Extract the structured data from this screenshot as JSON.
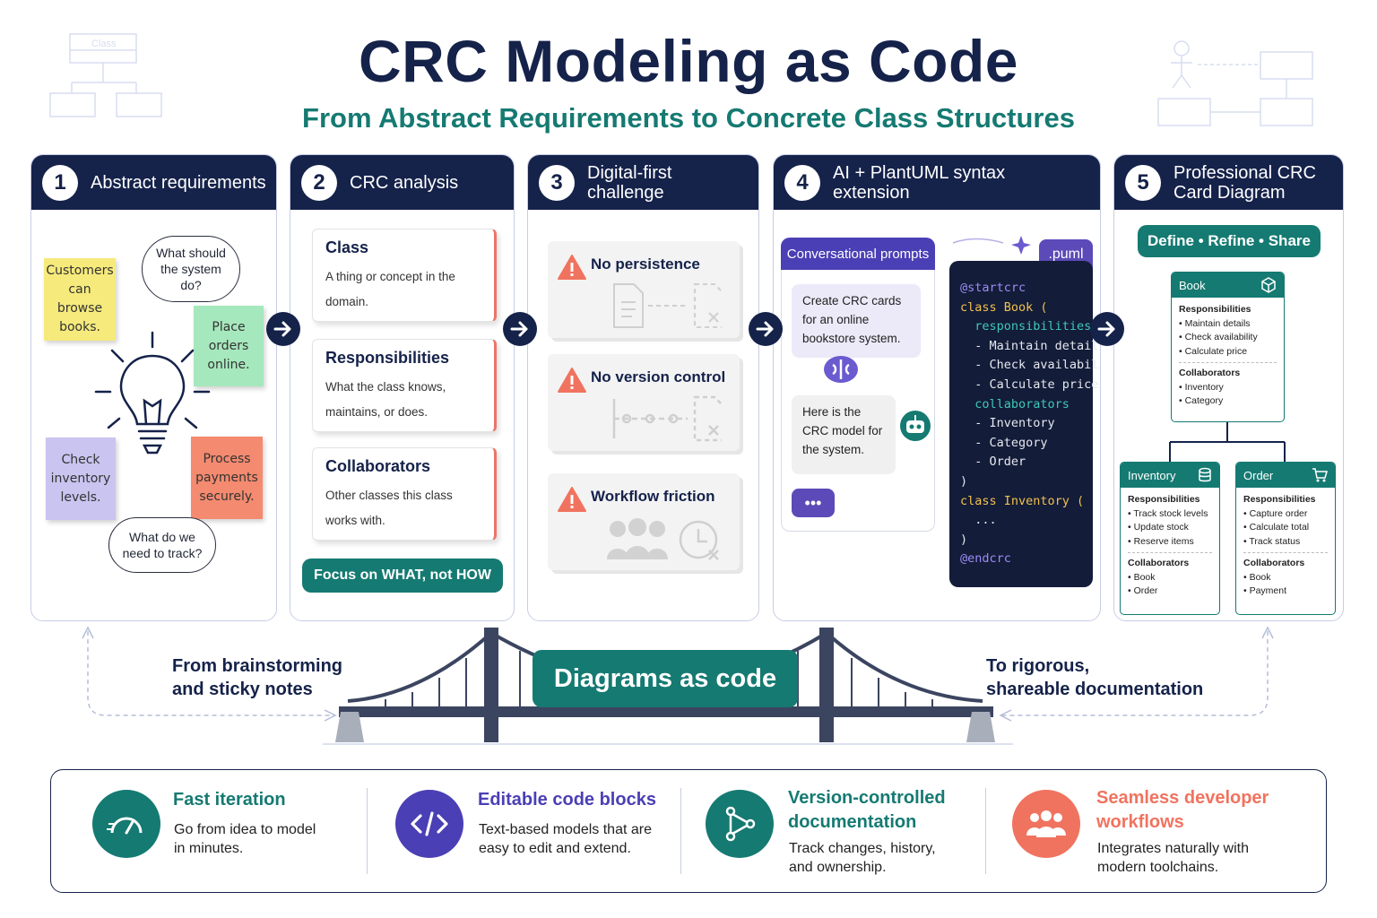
{
  "header": {
    "title": "CRC Modeling as Code",
    "subtitle": "From Abstract Requirements to Concrete Class Structures",
    "deco_class_label": "Class"
  },
  "colors": {
    "navy": "#15224a",
    "teal": "#157a72",
    "purple": "#4b3fb5",
    "coral": "#f0735f",
    "warning": "#f0735f"
  },
  "panels": [
    {
      "number": "1",
      "title": "Abstract requirements"
    },
    {
      "number": "2",
      "title": "CRC analysis"
    },
    {
      "number": "3",
      "title": "Digital-first challenge"
    },
    {
      "number": "4",
      "title": "AI + PlantUML syntax extension"
    },
    {
      "number": "5",
      "title": "Professional CRC Card Diagram"
    }
  ],
  "panel1": {
    "stickies": [
      {
        "text": "Customers can browse books.",
        "color": "#f6ea7c"
      },
      {
        "text": "Place orders online.",
        "color": "#a6e8bd"
      },
      {
        "text": "Check inventory levels.",
        "color": "#c9c4f0"
      },
      {
        "text": "Process payments securely.",
        "color": "#f48a6f"
      }
    ],
    "bubbles": [
      "What should the system do?",
      "What do we need to track?"
    ],
    "icon": "lightbulb-icon"
  },
  "panel2": {
    "cards": [
      {
        "title": "Class",
        "desc": "A thing or concept in the domain."
      },
      {
        "title": "Responsibilities",
        "desc": "What the class knows, maintains, or does."
      },
      {
        "title": "Collaborators",
        "desc": "Other classes this class works with."
      }
    ],
    "focus": "Focus on WHAT, not HOW"
  },
  "panel3": {
    "challenges": [
      {
        "label": "No persistence",
        "icon": "lost-document-icon"
      },
      {
        "label": "No version control",
        "icon": "broken-history-icon"
      },
      {
        "label": "Workflow friction",
        "icon": "team-delay-icon"
      }
    ]
  },
  "panel4": {
    "conversation_header": "Conversational prompts",
    "prompt": "Create CRC cards for an online bookstore system.",
    "reply": "Here is the CRC model for the system.",
    "typing": "•••",
    "file_tab": ".puml",
    "code": [
      {
        "text": "@startcrc",
        "color": "#9b8cf5"
      },
      {
        "text": "class Book (",
        "color": "#f2c14e"
      },
      {
        "text": "  responsibilities",
        "color": "#3fc8b8"
      },
      {
        "text": "  - Maintain details",
        "color": "#e6e8f0"
      },
      {
        "text": "  - Check availability",
        "color": "#e6e8f0"
      },
      {
        "text": "  - Calculate price",
        "color": "#e6e8f0"
      },
      {
        "text": "  collaborators",
        "color": "#3fc8b8"
      },
      {
        "text": "  - Inventory",
        "color": "#e6e8f0"
      },
      {
        "text": "  - Category",
        "color": "#e6e8f0"
      },
      {
        "text": "  - Order",
        "color": "#e6e8f0"
      },
      {
        "text": ")",
        "color": "#e6e8f0"
      },
      {
        "text": "class Inventory (",
        "color": "#f2c14e"
      },
      {
        "text": "  ...",
        "color": "#e6e8f0"
      },
      {
        "text": ")",
        "color": "#e6e8f0"
      },
      {
        "text": "@endcrc",
        "color": "#9b8cf5"
      }
    ]
  },
  "panel5": {
    "banner": "Define • Refine • Share",
    "classes": [
      {
        "name": "Book",
        "icon": "cube-icon",
        "responsibilities_label": "Responsibilities",
        "responsibilities": [
          "Maintain details",
          "Check availability",
          "Calculate price"
        ],
        "collaborators_label": "Collaborators",
        "collaborators": [
          "Inventory",
          "Category"
        ]
      },
      {
        "name": "Inventory",
        "icon": "database-icon",
        "responsibilities_label": "Responsibilities",
        "responsibilities": [
          "Track stock levels",
          "Update stock",
          "Reserve items"
        ],
        "collaborators_label": "Collaborators",
        "collaborators": [
          "Book",
          "Order"
        ]
      },
      {
        "name": "Order",
        "icon": "cart-icon",
        "responsibilities_label": "Responsibilities",
        "responsibilities": [
          "Capture order",
          "Calculate total",
          "Track status"
        ],
        "collaborators_label": "Collaborators",
        "collaborators": [
          "Book",
          "Payment"
        ]
      }
    ]
  },
  "bridge": {
    "left": [
      "From brainstorming",
      "and sticky notes"
    ],
    "center": "Diagrams as code",
    "right": [
      "To rigorous,",
      "shareable documentation"
    ]
  },
  "features": [
    {
      "title": [
        "Fast iteration"
      ],
      "desc": [
        "Go from idea to model",
        "in minutes."
      ],
      "color": "#157a72",
      "icon": "speedometer-icon"
    },
    {
      "title": [
        "Editable code blocks"
      ],
      "desc": [
        "Text-based models that are",
        "easy to edit and extend."
      ],
      "color": "#4b3fb5",
      "icon": "code-icon"
    },
    {
      "title": [
        "Version-controlled",
        "documentation"
      ],
      "desc": [
        "Track changes, history,",
        "and ownership."
      ],
      "color": "#157a72",
      "icon": "branch-icon"
    },
    {
      "title": [
        "Seamless developer",
        "workflows"
      ],
      "desc": [
        "Integrates naturally with",
        "modern toolchains."
      ],
      "color": "#f0735f",
      "icon": "team-icon"
    }
  ]
}
